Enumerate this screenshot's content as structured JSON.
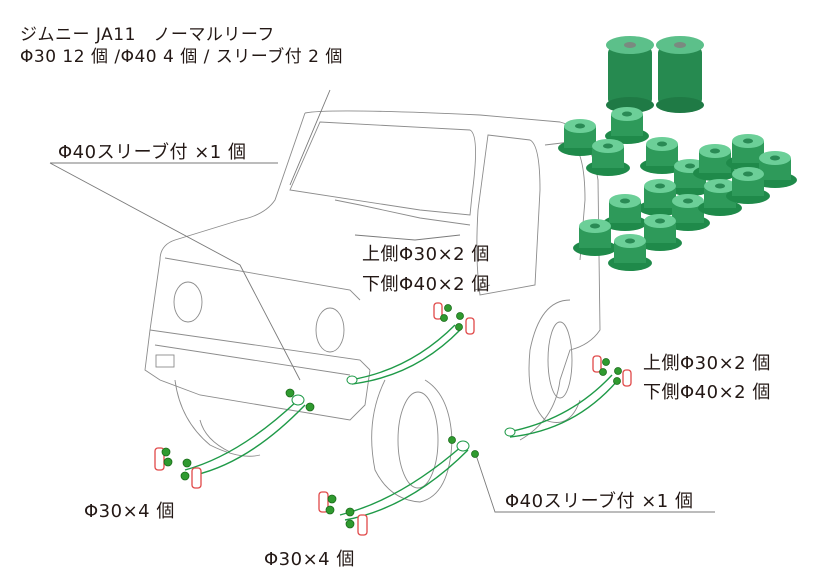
{
  "header": {
    "line1": "ジムニー JA11　ノーマルリーフ",
    "line2": "Φ30 12 個 /Φ40 4 個 / スリーブ付 2 個"
  },
  "callouts": {
    "front_sleeve": "Φ40スリーブ付 ×1 個",
    "front_right_upper": "上側Φ30×2 個",
    "front_right_lower": "下側Φ40×2 個",
    "rear_right_upper": "上側Φ30×2 個",
    "rear_right_lower": "下側Φ40×2 個",
    "rear_sleeve": "Φ40スリーブ付 ×1 個",
    "front_left_count": "Φ30×4 個",
    "rear_left_count": "Φ30×4 個"
  },
  "product": {
    "name": "green-urethane-bushings",
    "sleeve_bushings": 2,
    "small_bushings": 16,
    "color": "#2e9a5a"
  },
  "colors": {
    "spring": "#1f9a48",
    "shackle": "#e04848",
    "bushing": "#2f9a2f"
  }
}
